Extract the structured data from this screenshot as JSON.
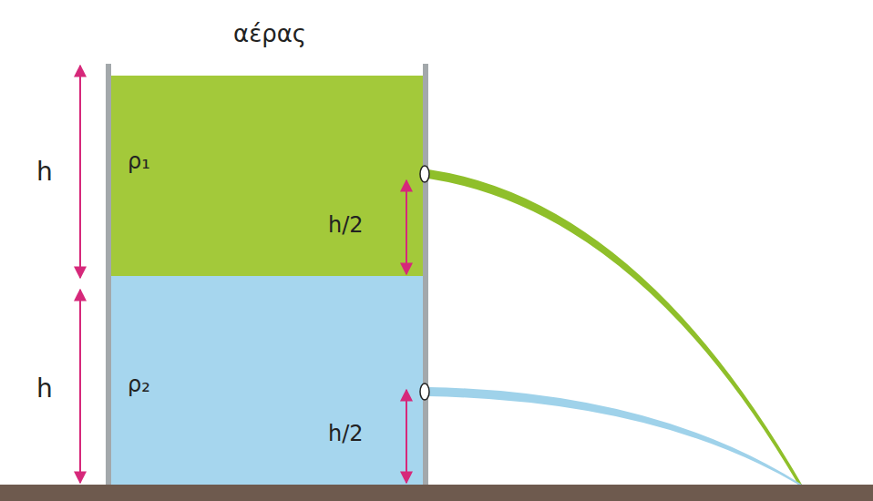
{
  "diagram": {
    "nodes": [
      {
        "text": [
          "ρ₁"
        ]
      },
      {
        "text": [
          "ρ₂"
        ]
      }
    ],
    "labels": [
      "αέρας",
      "h",
      "h",
      "h/2",
      "h/2"
    ]
  }
}
